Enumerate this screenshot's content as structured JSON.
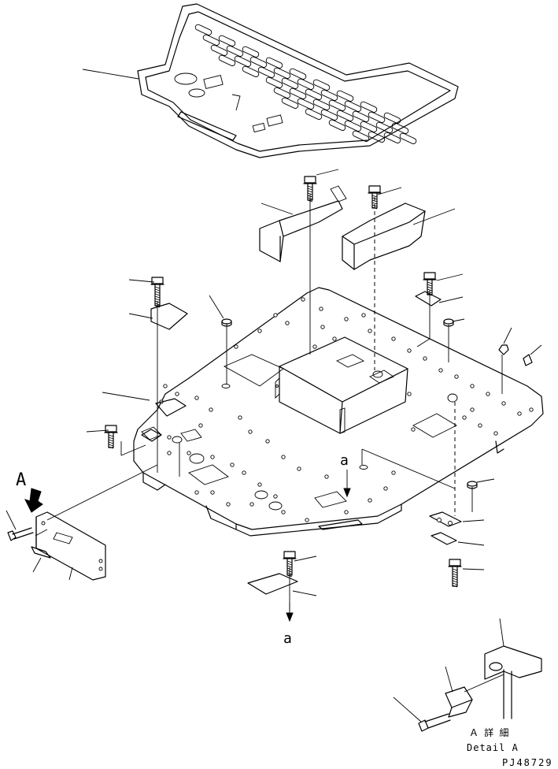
{
  "labels": {
    "view_marker": "A",
    "ref_upper": "a",
    "ref_lower": "a",
    "detail_jp": "Ａ 詳 細",
    "detail_en": "Detail A",
    "drawing_code": "PJ48729"
  }
}
